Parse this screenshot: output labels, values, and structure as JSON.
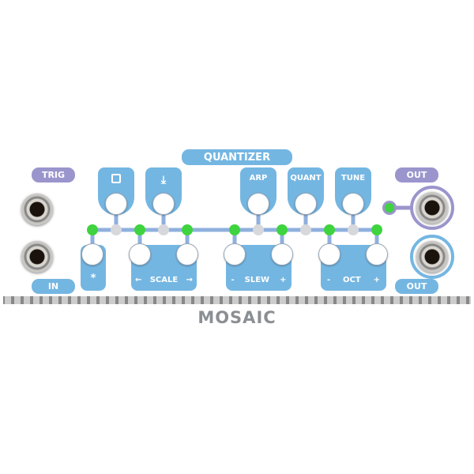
{
  "title": "QUANTIZER",
  "inputs": {
    "trig": "TRIG",
    "in": "IN"
  },
  "outputs": {
    "out1": "OUT",
    "out2": "OUT"
  },
  "top_buttons": [
    {
      "label": "",
      "icon": "save-icon"
    },
    {
      "label": "",
      "icon": "download-icon"
    },
    {
      "label": "ARP"
    },
    {
      "label": "QUANT"
    },
    {
      "label": "TUNE"
    }
  ],
  "bottom_panels": {
    "star": {
      "label": "*"
    },
    "scale": {
      "left": "←",
      "label": "SCALE",
      "right": "→"
    },
    "slew": {
      "left": "-",
      "label": "SLEW",
      "right": "+"
    },
    "oct": {
      "left": "-",
      "label": "OCT",
      "right": "+"
    }
  },
  "brand": "MOSAIC",
  "colors": {
    "blue": "#74b6e2",
    "purple": "#9a95cc",
    "led_on": "#3fd33f",
    "led_off": "#d6d8dc"
  }
}
